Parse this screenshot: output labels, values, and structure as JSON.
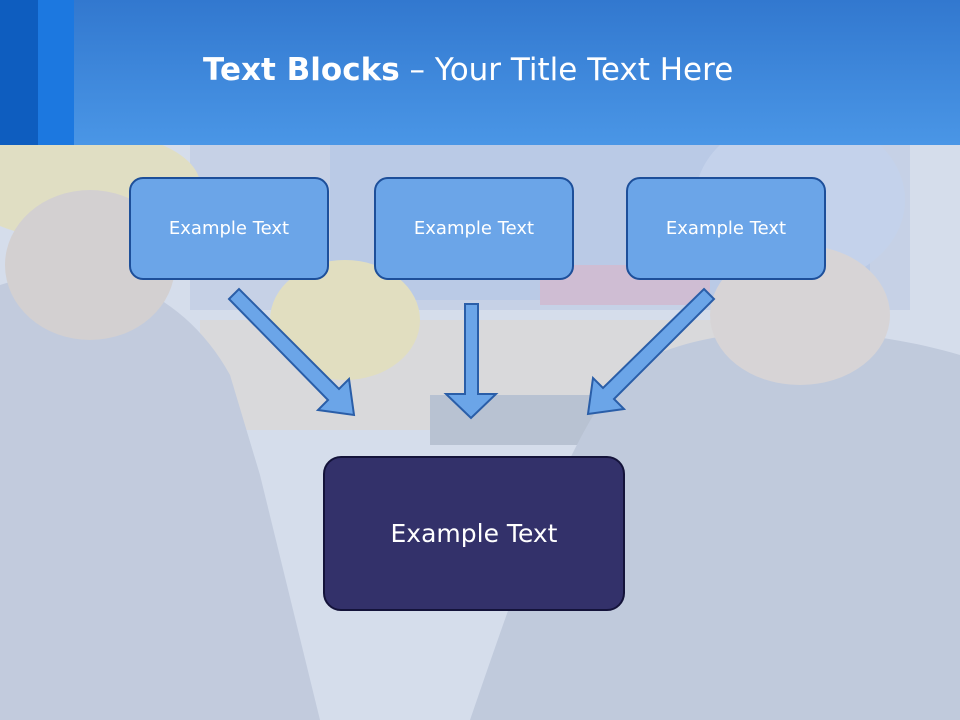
{
  "slide": {
    "title_bold": "Text Blocks",
    "title_dash": " – ",
    "title_regular": "Your Title Text Here"
  },
  "diagram": {
    "top_boxes": [
      "Example Text",
      "Example Text",
      "Example Text"
    ],
    "main_box": "Example Text"
  },
  "colors": {
    "header": "#4a96e6",
    "top_box_fill": "#6ba5e8",
    "top_box_border": "#1d4f9a",
    "main_box_fill": "#33316a",
    "arrow_fill": "#6ba5e8"
  }
}
